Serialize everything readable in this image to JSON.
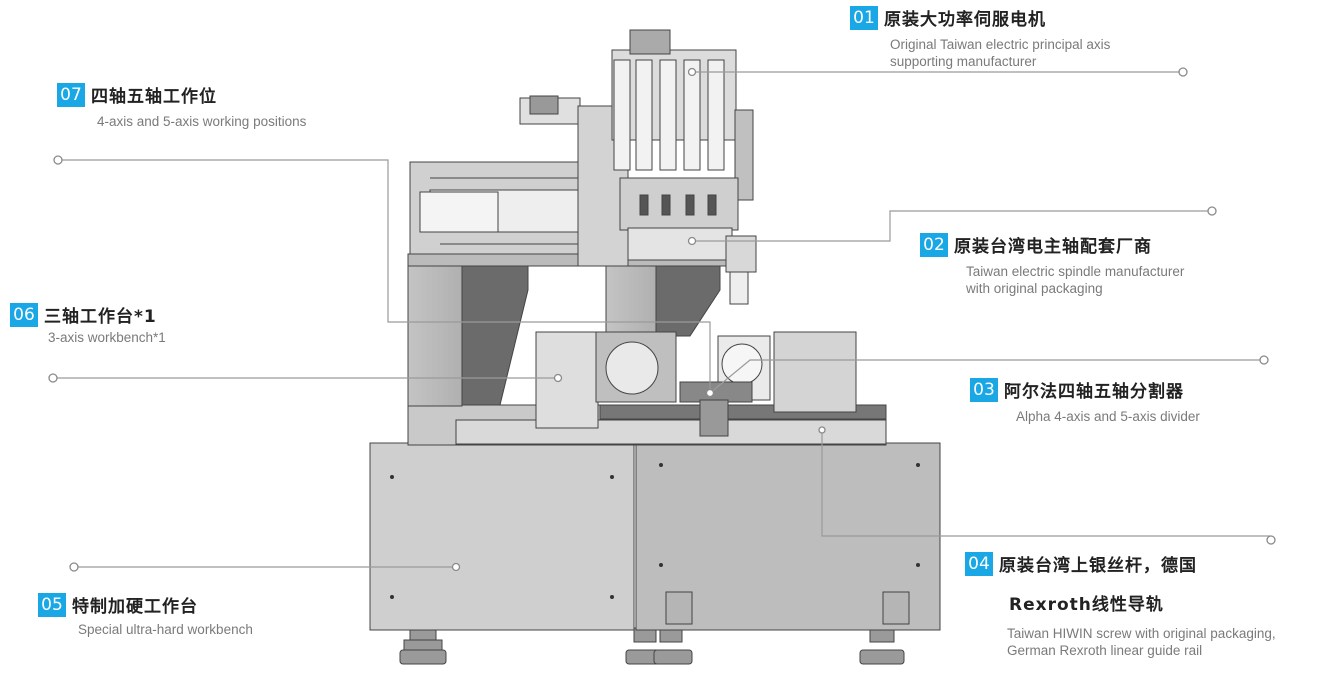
{
  "accent_color": "#1aa7e6",
  "callouts": [
    {
      "num": "01",
      "title": "原装大功率伺服电机",
      "desc": "Original Taiwan electric principal axis\nsupporting manufacturer"
    },
    {
      "num": "02",
      "title": "原装台湾电主轴配套厂商",
      "desc": "Taiwan electric spindle manufacturer\nwith original packaging"
    },
    {
      "num": "03",
      "title": "阿尔法四轴五轴分割器",
      "desc": "Alpha 4-axis and 5-axis divider"
    },
    {
      "num": "04",
      "title": "原装台湾上银丝杆，德国",
      "title2": "Rexroth线性导轨",
      "desc": "Taiwan HIWIN screw with original packaging,\nGerman Rexroth linear guide rail"
    },
    {
      "num": "05",
      "title": "特制加硬工作台",
      "desc": "Special ultra-hard workbench"
    },
    {
      "num": "06",
      "title": "三轴工作台*1",
      "desc": "3-axis workbench*1"
    },
    {
      "num": "07",
      "title": "四轴五轴工作位",
      "desc": "4-axis and 5-axis working positions"
    }
  ]
}
